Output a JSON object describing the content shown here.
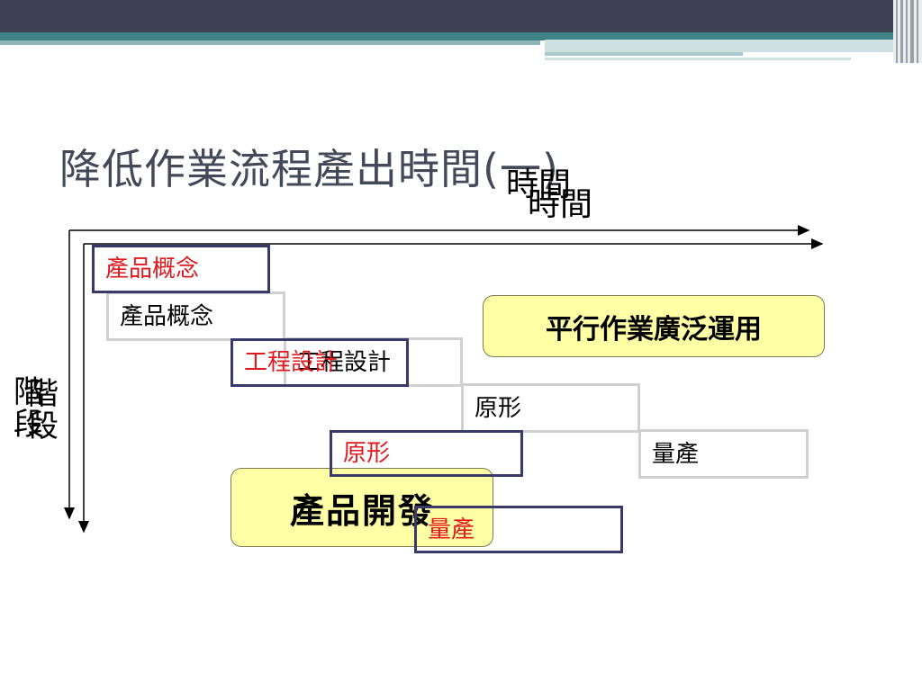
{
  "slide": {
    "title": "降低作業流程產出時間(一)",
    "time_label": "時間",
    "stage_label": "階段"
  },
  "colors": {
    "header_bar": "#3d4355",
    "accent_teal": "#3f8386",
    "callout_fill": "#ffffa6",
    "red_text": "#e0191e",
    "navy_border": "#3a3a6a"
  },
  "gray_steps": [
    "產品概念",
    "工程設計",
    "原形",
    "量產"
  ],
  "navy_steps": [
    "產品概念",
    "工程設計",
    "原形",
    "量產"
  ],
  "callouts": {
    "concurrent": "平行作業廣泛運用",
    "product_development": "產品開發"
  }
}
